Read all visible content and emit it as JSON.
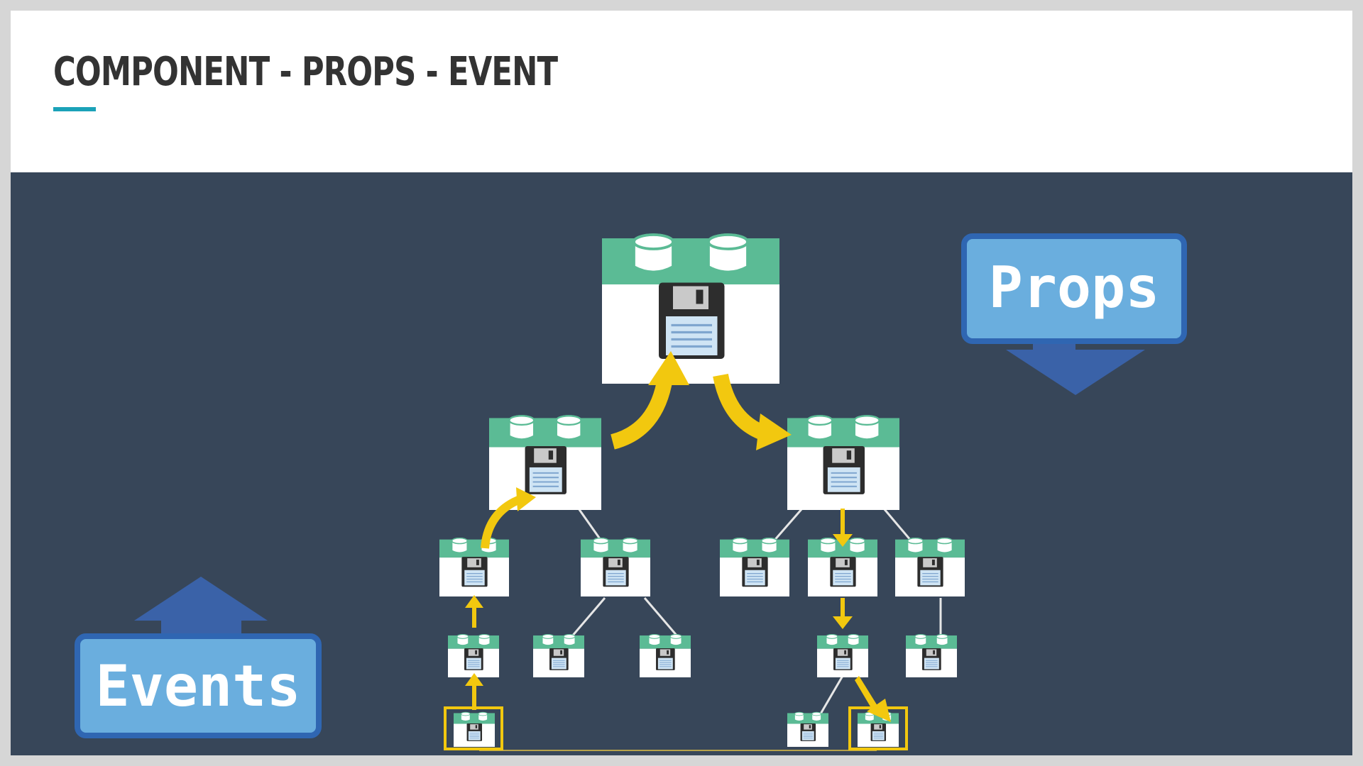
{
  "slide": {
    "title": "COMPONENT - PROPS - EVENT",
    "accent_color": "#1ba2b8"
  },
  "diagram": {
    "background_color": "#374659",
    "props_label": "Props",
    "events_label": "Events",
    "label_fill_color": "#6aaede",
    "label_border_color": "#2f66b2",
    "arrow_color": "#3a62a8",
    "flow_arrow_color": "#f2c80f",
    "component_top_color": "#5bbb95",
    "icons": [
      "component-block-icon",
      "floppy-disk-icon",
      "cylinder-icon",
      "arrow-up-icon",
      "arrow-down-icon"
    ]
  }
}
